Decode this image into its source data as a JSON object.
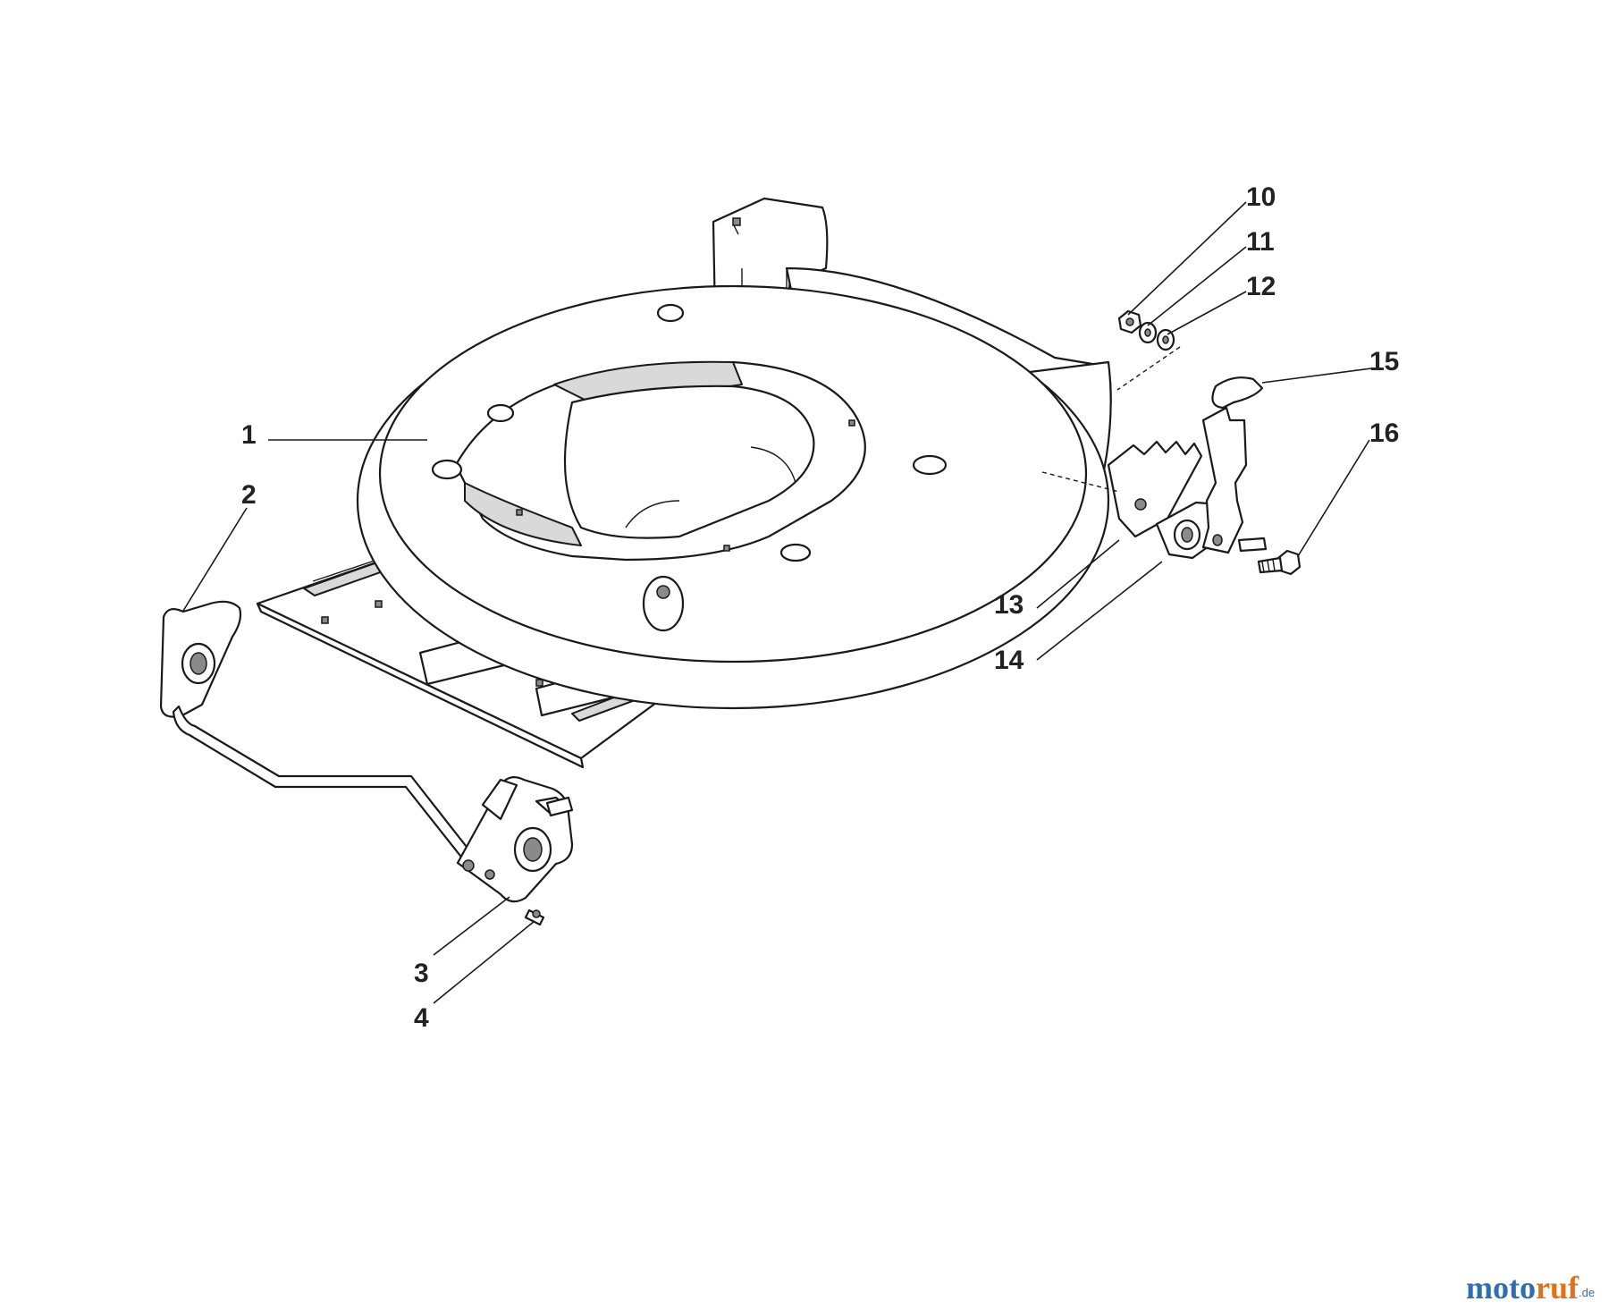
{
  "diagram": {
    "callouts": [
      {
        "id": "c1",
        "label": "1",
        "target": "mower-deck"
      },
      {
        "id": "c2",
        "label": "2",
        "target": "front-axle-bar"
      },
      {
        "id": "c3",
        "label": "3",
        "target": "axle-bracket"
      },
      {
        "id": "c4",
        "label": "4",
        "target": "bracket-screw"
      },
      {
        "id": "c10",
        "label": "10",
        "target": "nut"
      },
      {
        "id": "c11",
        "label": "11",
        "target": "washer"
      },
      {
        "id": "c12",
        "label": "12",
        "target": "washer"
      },
      {
        "id": "c13",
        "label": "13",
        "target": "height-adjust-plate"
      },
      {
        "id": "c14",
        "label": "14",
        "target": "lever-bushing"
      },
      {
        "id": "c15",
        "label": "15",
        "target": "height-adjust-lever"
      },
      {
        "id": "c16",
        "label": "16",
        "target": "shoulder-bolt"
      }
    ]
  },
  "watermark": {
    "part_a": "moto",
    "part_b": "ruf",
    "suffix": ".de",
    "color_a": "#2f6fb0",
    "color_b": "#e0731a"
  }
}
